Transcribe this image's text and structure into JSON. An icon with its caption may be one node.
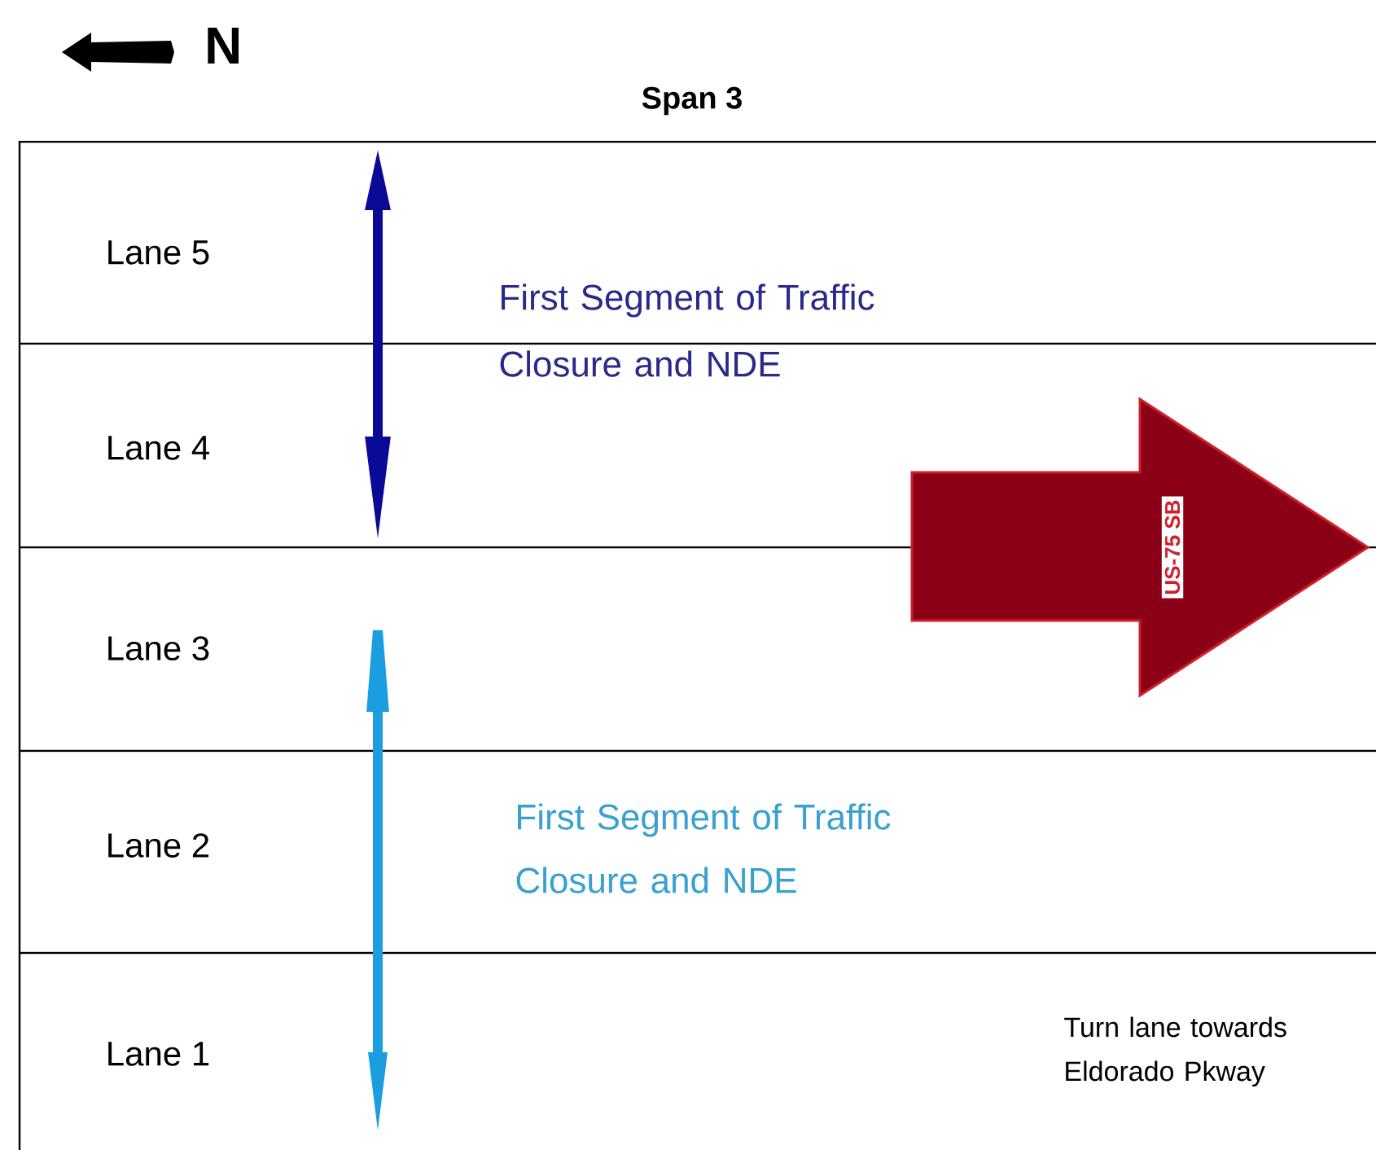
{
  "diagram": {
    "title": "Span 3",
    "nodes": [
      {
        "text": [
          "US-75 SB"
        ]
      }
    ],
    "labels": [
      "N",
      "Lane 5",
      "First Segment of Traffic Closure and NDE",
      "Lane 4",
      "Lane 3",
      "Lane 2",
      "First Segment of Traffic Closure and NDE",
      "Lane 1",
      "Turn lane towards Eldorado Pkway"
    ]
  }
}
